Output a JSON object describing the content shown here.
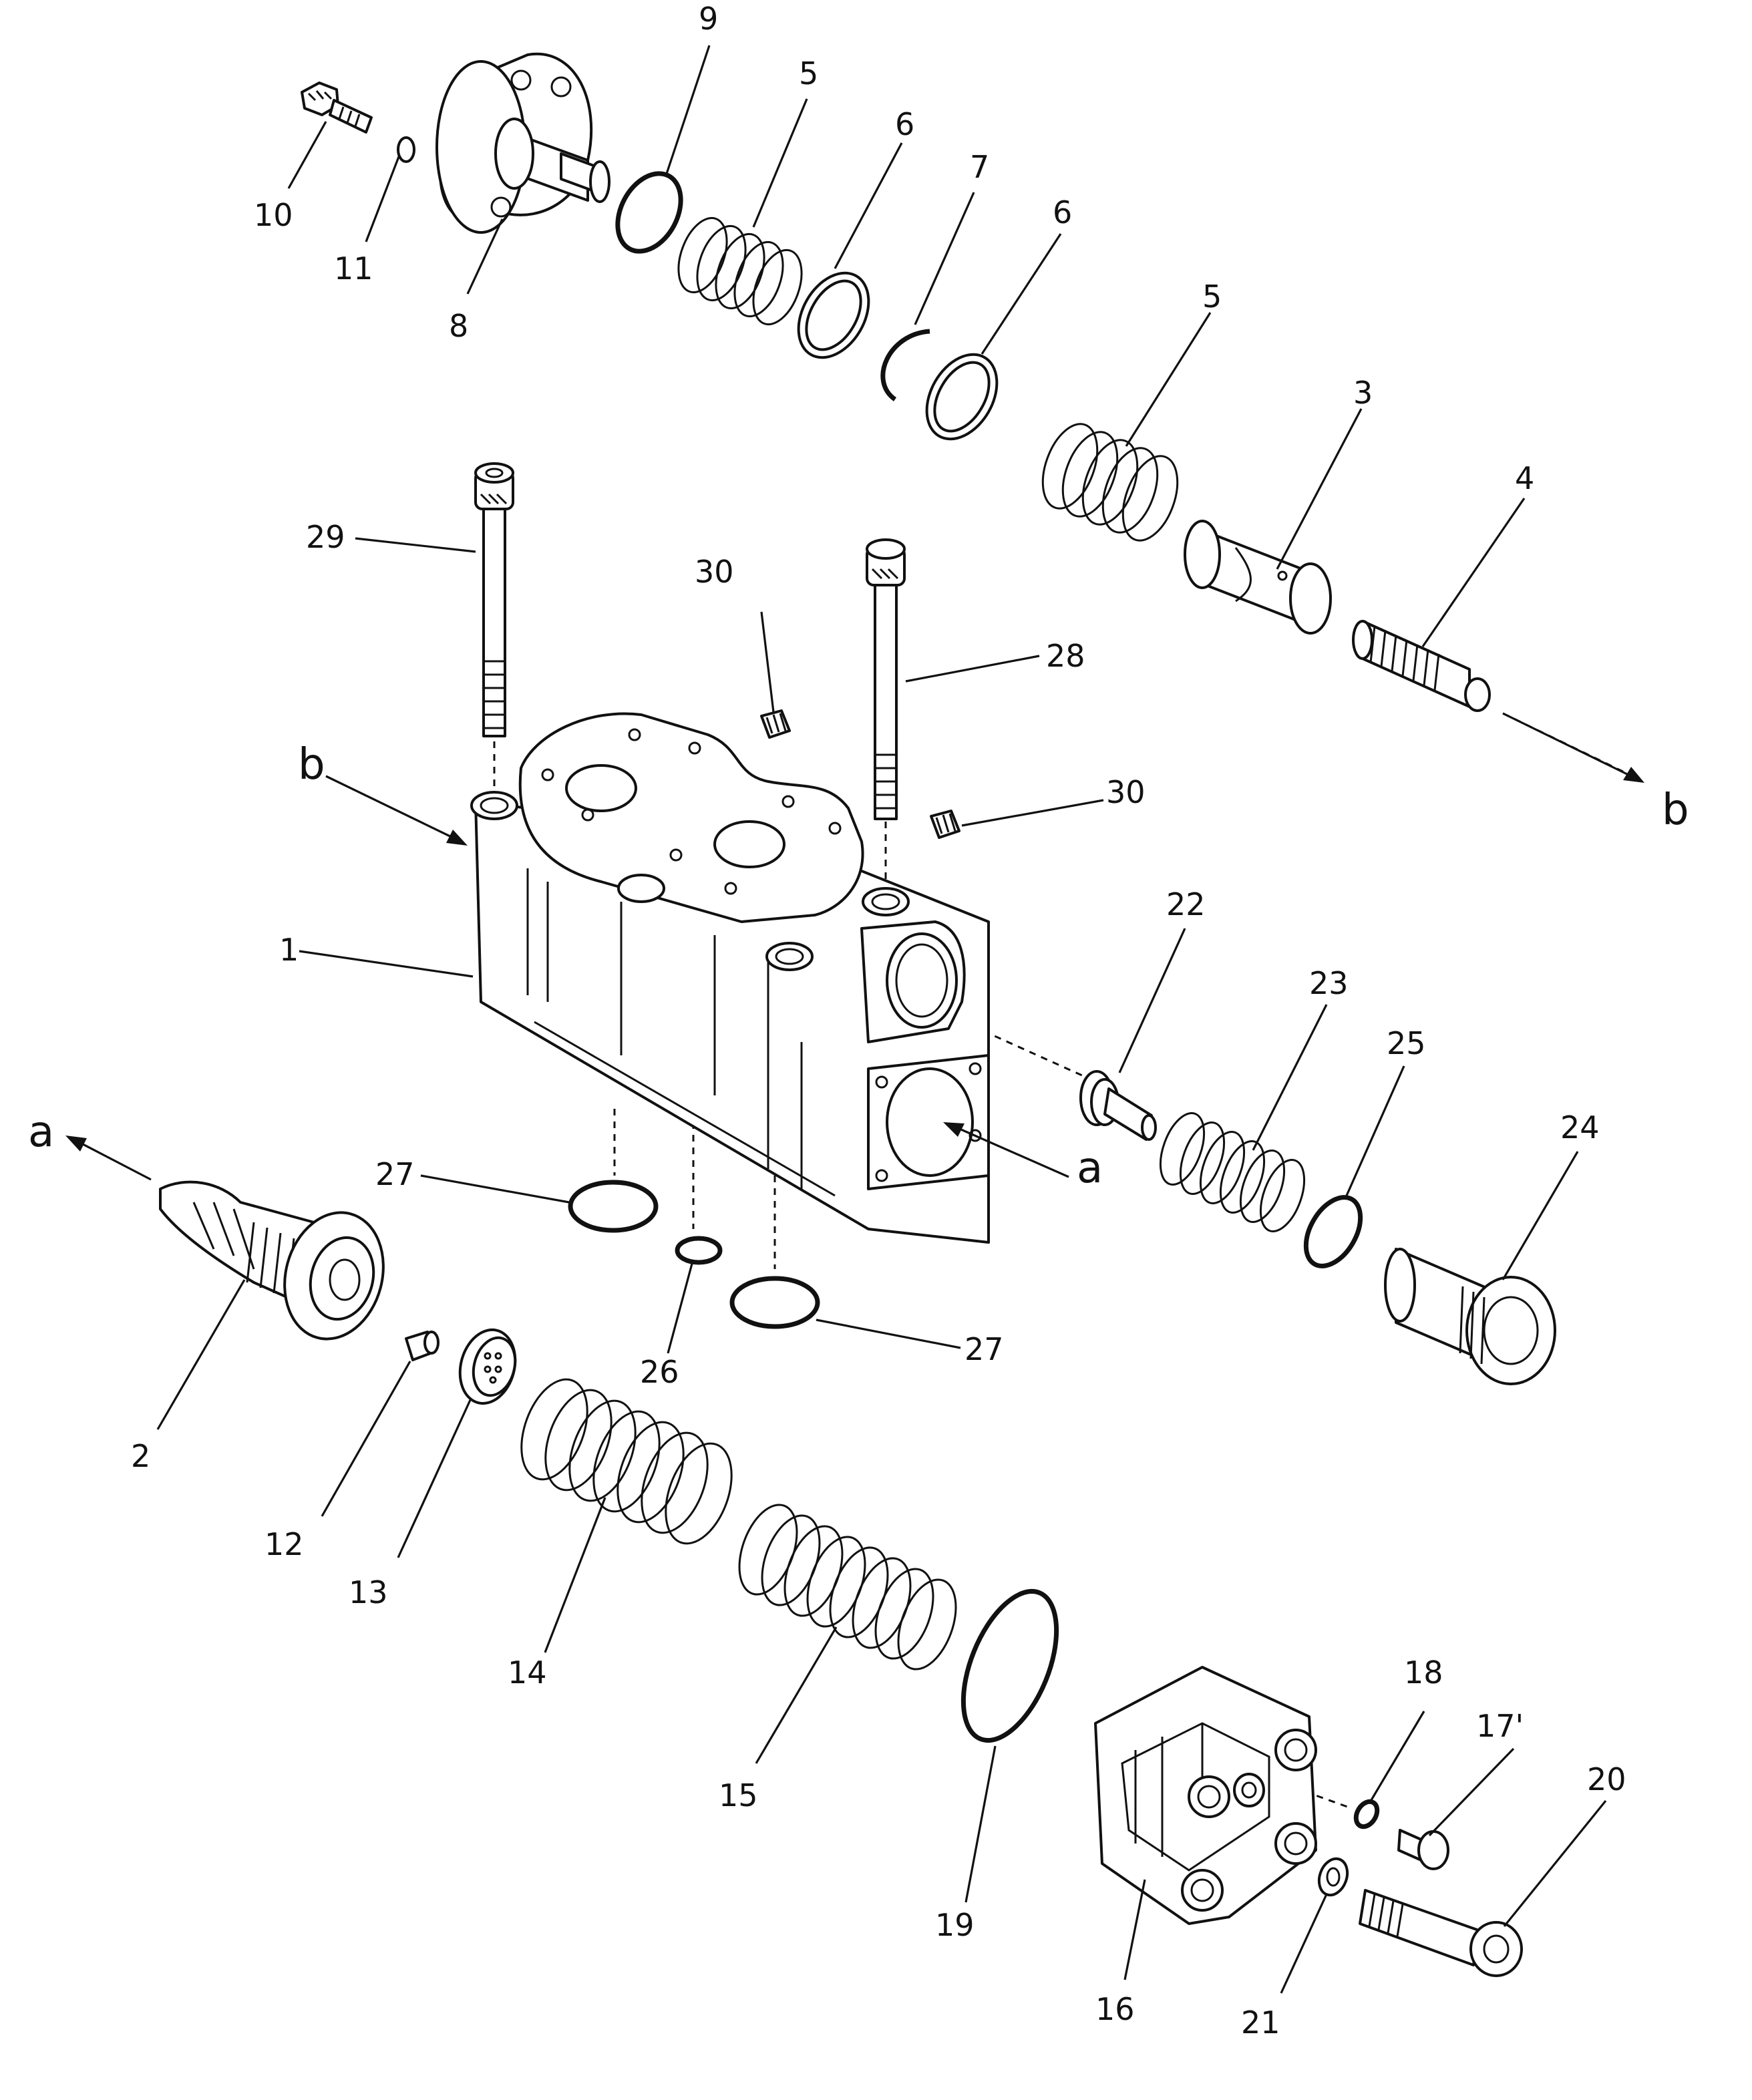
{
  "callouts": {
    "c1": "1",
    "c2": "2",
    "c3": "3",
    "c4": "4",
    "c5a": "5",
    "c5b": "5",
    "c6a": "6",
    "c6b": "6",
    "c7": "7",
    "c8": "8",
    "c9": "9",
    "c10": "10",
    "c11": "11",
    "c12": "12",
    "c13": "13",
    "c14": "14",
    "c15": "15",
    "c16": "16",
    "c17": "17'",
    "c18": "18",
    "c19": "19",
    "c20": "20",
    "c21": "21",
    "c22": "22",
    "c23": "23",
    "c24": "24",
    "c25": "25",
    "c26": "26",
    "c27a": "27",
    "c27b": "27",
    "c28": "28",
    "c29": "29",
    "c30a": "30",
    "c30b": "30"
  },
  "arrow_labels": {
    "a_left": "a",
    "a_right": "a",
    "b_left": "b",
    "b_right": "b"
  }
}
